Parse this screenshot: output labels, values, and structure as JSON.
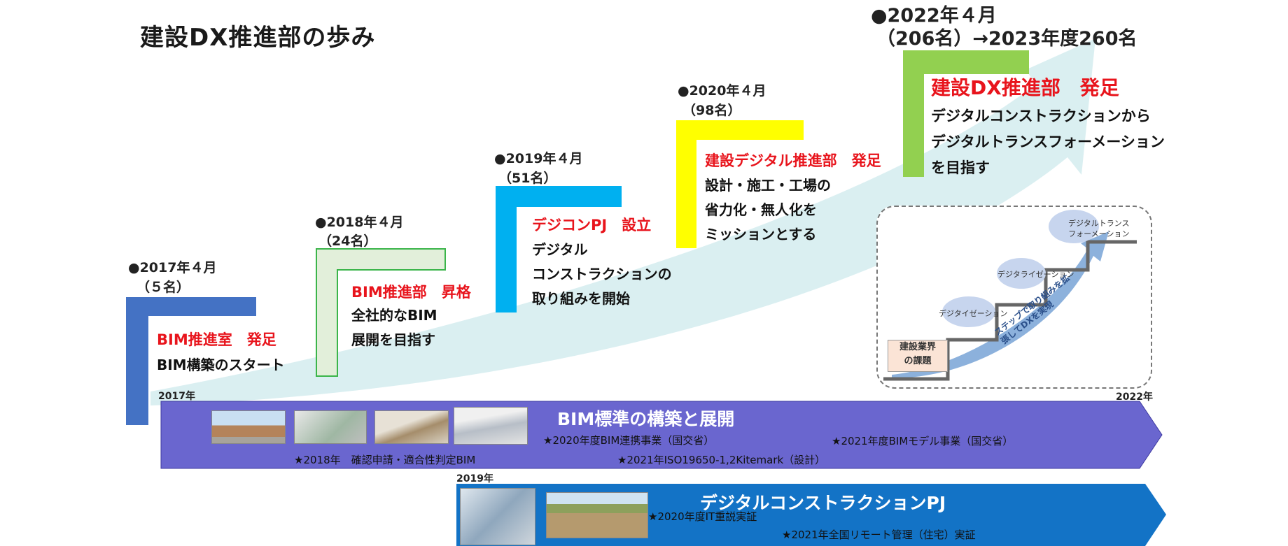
{
  "title": "建設DX推進部の歩み",
  "milestones": [
    {
      "date": "●2017年４月",
      "count": "（５名）",
      "event": "BIM推進室　発足",
      "desc": [
        "BIM構築のスタート"
      ],
      "color": "#4472c4"
    },
    {
      "date": "●2018年４月",
      "count": "（24名）",
      "event": "BIM推進部　昇格",
      "desc": [
        "全社的なBIM",
        "展開を目指す"
      ],
      "color": "#e2efda"
    },
    {
      "date": "●2019年４月",
      "count": "（51名）",
      "event": "デジコンPJ　設立",
      "desc": [
        "デジタル",
        "コンストラクションの",
        "取り組みを開始"
      ],
      "color": "#00b0f0"
    },
    {
      "date": "●2020年４月",
      "count": "（98名）",
      "event": "建設デジタル推進部　発足",
      "desc": [
        "設計・施工・工場の",
        "省力化・無人化を",
        "ミッションとする"
      ],
      "color": "#ffff00"
    },
    {
      "date": "●2022年４月",
      "count": "（206名）→2023年度260名",
      "event": "建設DX推進部　発足",
      "desc": [
        "デジタルコンストラクションから",
        "デジタルトランスフォーメーション",
        "を目指す"
      ],
      "color": "#92d050"
    }
  ],
  "inset": {
    "base": "建設業界\nの課題",
    "step1": "デジタイゼーション",
    "step2": "デジタライゼーション",
    "step3": "デジタルトランス\nフォーメーション",
    "arrow_text": "ステップで取り組みを拡\n張してDXを実現"
  },
  "bim_band": {
    "title": "BIM標準の構築と展開",
    "year_start": "2017年",
    "year_end": "2022年",
    "notes": [
      "★2020年度BIM連携事業（国交省）",
      "★2021年度BIMモデル事業（国交省）",
      "★2018年　確認申請・適合性判定BIM",
      "★2021年ISO19650-1,2Kitemark（設計）"
    ],
    "color": "#6a66cf"
  },
  "dc_band": {
    "title": "デジタルコンストラクションPJ",
    "year_start": "2019年",
    "notes": [
      "★2020年度IT重説実証",
      "★2021年全国リモート管理（住宅）実証"
    ],
    "color": "#1373c6"
  }
}
